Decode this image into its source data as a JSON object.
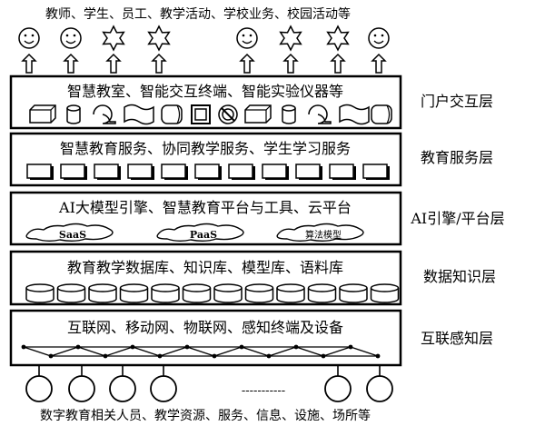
{
  "top_caption": "教师、学生、员工、教学活动、学校业务、校园活动等",
  "bottom_caption": "数字教育相关人员、教学资源、服务、信息、设施、场所等",
  "bottom_ellipsis": "-----------",
  "layers": [
    {
      "id": "portal",
      "text": "智慧教室、智能交互终端、智能实验仪器等",
      "label": "门户交互层"
    },
    {
      "id": "service",
      "text": "智慧教育服务、协同教学服务、学生学习服务",
      "label": "教育服务层"
    },
    {
      "id": "engine",
      "text": "AI大模型引擎、智慧教育平台与工具、云平台",
      "label": "AI引擎/平台层"
    },
    {
      "id": "data",
      "text": "教育教学数据库、知识库、模型库、语料库",
      "label": "数据知识层"
    },
    {
      "id": "perception",
      "text": "互联网、移动网、物联网、感知终端及设备",
      "label": "互联感知层"
    }
  ],
  "cloud_labels": [
    "SaaS",
    "PaaS",
    "算法模型"
  ],
  "icons": {
    "top_row": [
      "smiley",
      "smiley",
      "star",
      "star",
      "smiley",
      "star",
      "star",
      "smiley"
    ],
    "portal_row": [
      "box",
      "cylinder",
      "tag",
      "scroll",
      "rounded-box",
      "square-box",
      "no-sign",
      "box",
      "cylinder",
      "tag",
      "scroll",
      "rounded-box"
    ],
    "service_row": [
      "rectangle",
      "rectangle",
      "rectangle",
      "rectangle",
      "rectangle",
      "rectangle",
      "rectangle",
      "rectangle",
      "rectangle",
      "rectangle",
      "rectangle"
    ],
    "data_row": [
      "database",
      "database",
      "database",
      "database",
      "database",
      "database",
      "database",
      "database",
      "database",
      "database",
      "database",
      "database"
    ],
    "bottom_nodes": [
      "circle",
      "circle",
      "circle",
      "circle",
      "circle",
      "circle"
    ]
  }
}
